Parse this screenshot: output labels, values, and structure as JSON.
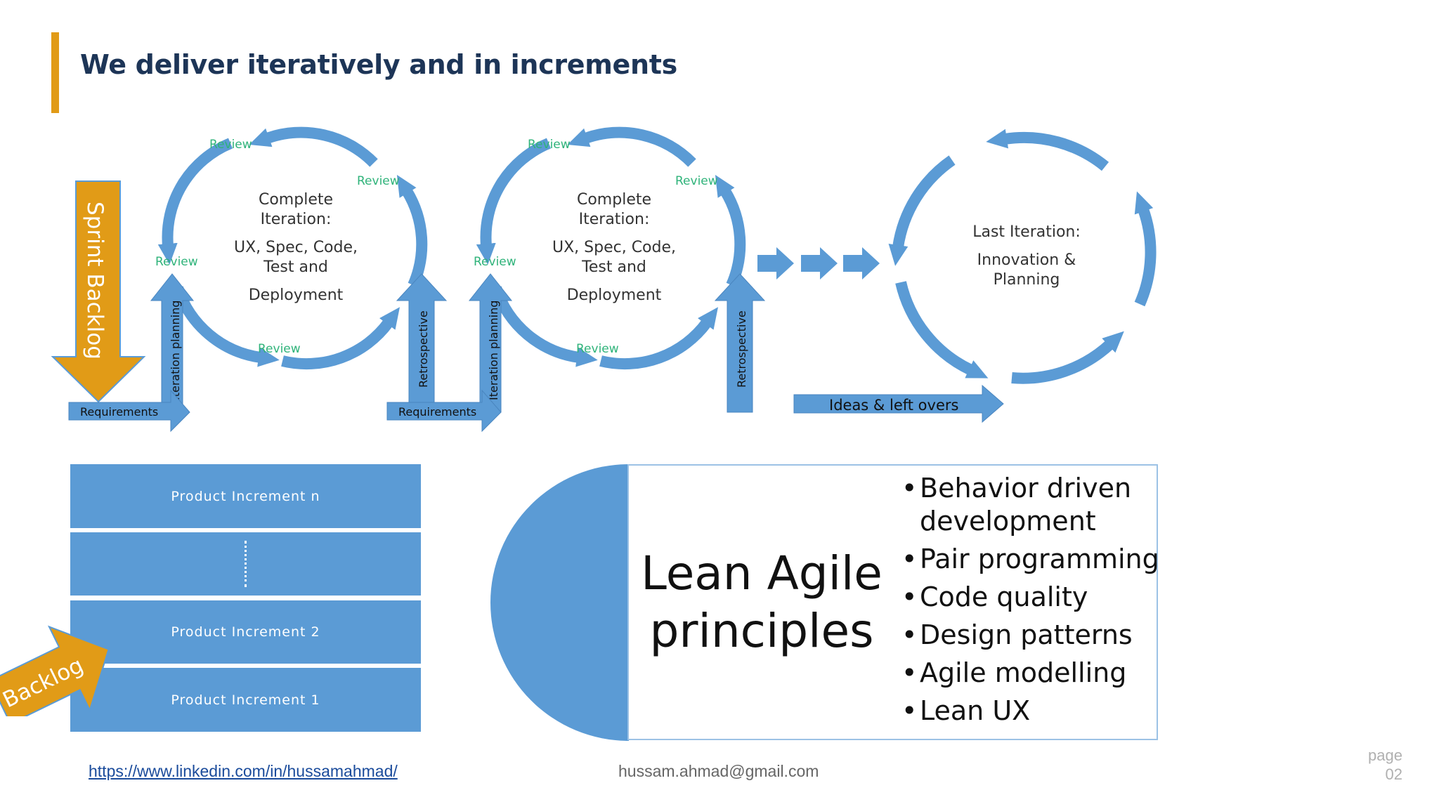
{
  "slide": {
    "title": "We deliver iteratively and in increments"
  },
  "diagram": {
    "sprint_backlog": "Sprint Backlog",
    "review": "Review",
    "iteration_planning": "Iteration planning",
    "retrospective": "Retrospective",
    "requirements": "Requirements",
    "iteration_1": {
      "line1": "Complete",
      "line2": "Iteration:",
      "line3": "UX, Spec, Code,",
      "line4": "Test and",
      "line5": "Deployment"
    },
    "iteration_2": {
      "line1": "Complete",
      "line2": "Iteration:",
      "line3": "UX, Spec, Code,",
      "line4": "Test and",
      "line5": "Deployment"
    },
    "last_iteration": {
      "line1": "Last Iteration:",
      "line2": "Innovation &",
      "line3": "Planning"
    },
    "ideas": "Ideas & left overs"
  },
  "increments": {
    "items": [
      "Product Increment n",
      "Product Increment 2",
      "Product Increment 1"
    ],
    "backlog": "Backlog"
  },
  "lean": {
    "title_line1": "Lean Agile",
    "title_line2": "principles",
    "bullets": [
      "Behavior driven development",
      "Pair programming",
      "Code quality",
      "Design patterns",
      "Agile modelling",
      "Lean UX"
    ]
  },
  "footer": {
    "link": "https://www.linkedin.com/in/hussamahmad/",
    "email": "hussam.ahmad@gmail.com",
    "page_label": "page",
    "page_number": "02"
  },
  "colors": {
    "accent": "#e19b17",
    "blue": "#5b9bd5",
    "title": "#1d3557",
    "review_green": "#2fb37a"
  }
}
